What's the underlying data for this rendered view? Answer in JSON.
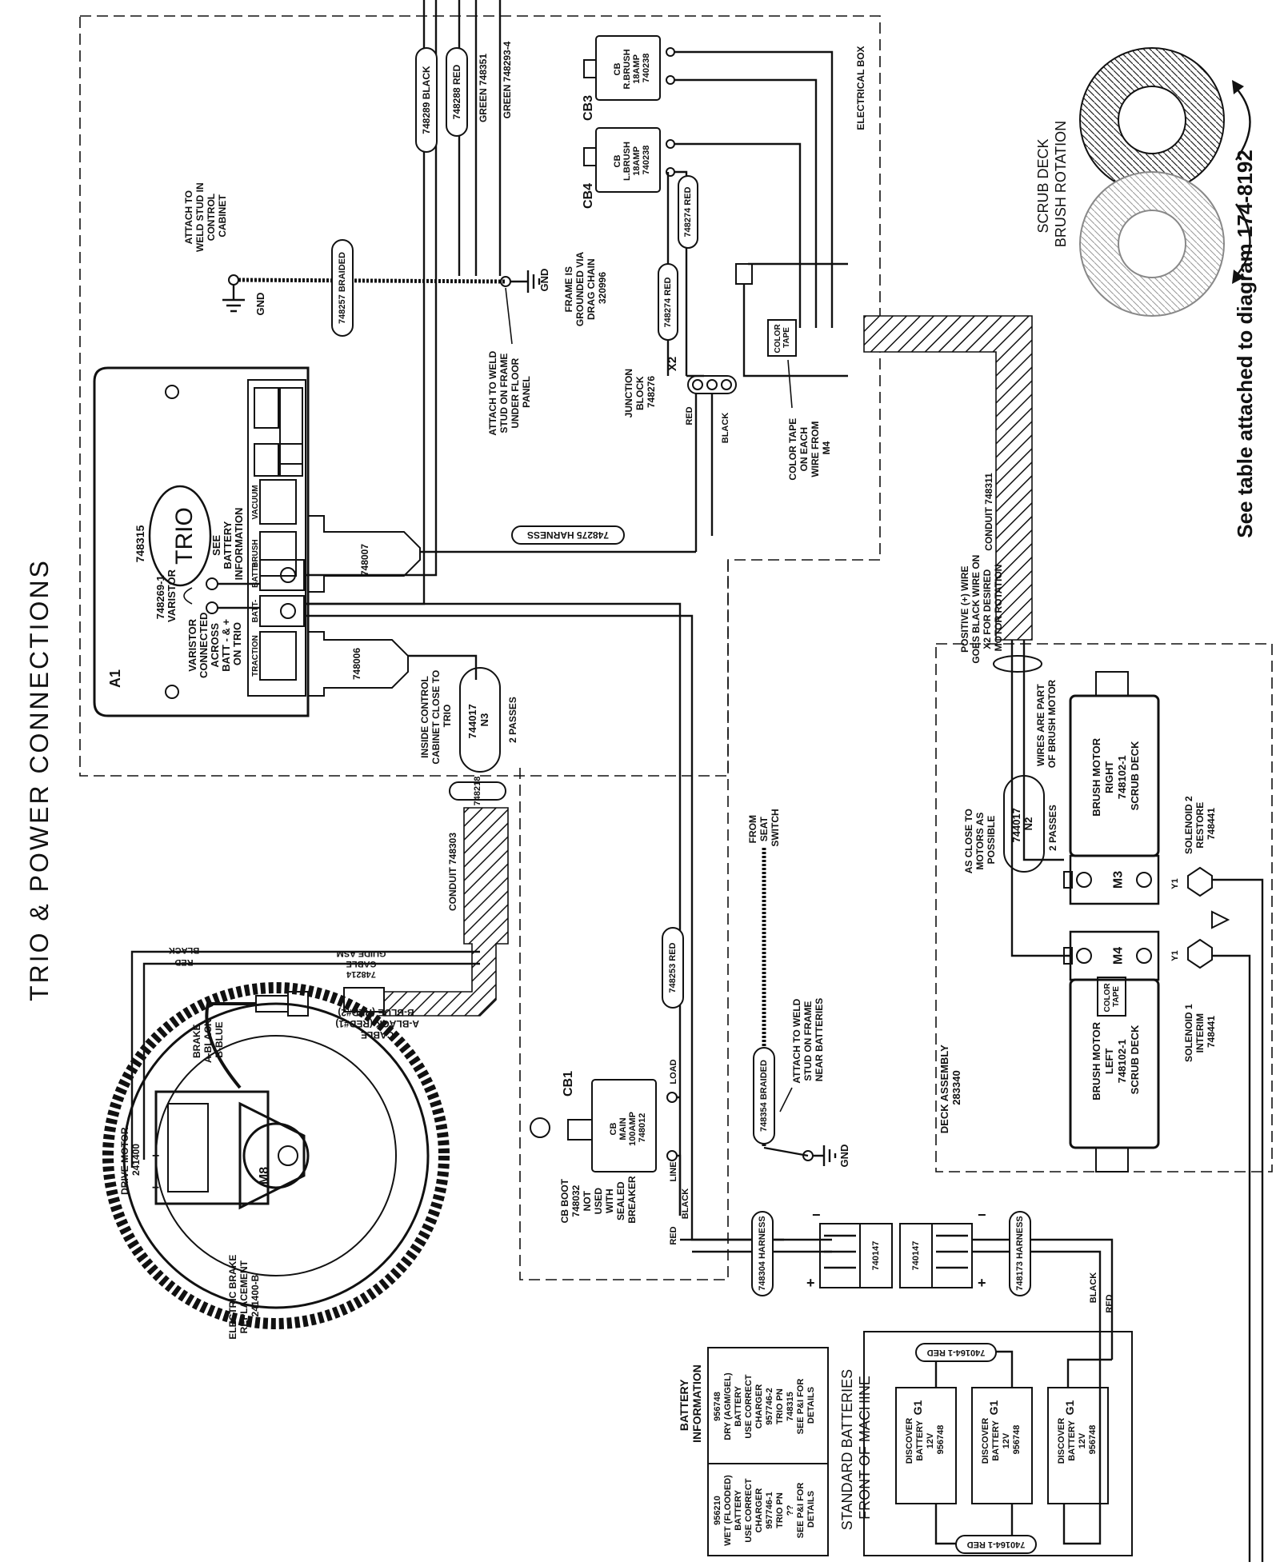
{
  "page": {
    "title": "TRIO & POWER CONNECTIONS",
    "footer_note": "See table attached to diagram 174-8192"
  },
  "labels": {
    "a1": "A1",
    "varistor_pn": "748269-1",
    "varistor": "VARISTOR",
    "varistor_note": [
      "VARISTOR",
      "CONNECTED",
      "ACROSS",
      "BATT - & +",
      "ON TRIO"
    ],
    "trio_pn": "748315",
    "trio_logo": "TRIO",
    "see_battery": [
      "SEE",
      "BATTERY",
      "INFORMATION"
    ],
    "traction": "TRACTION",
    "brush": "BRUSH",
    "vacuum": "VACUUM",
    "batt_plus": "BATT+",
    "batt_minus": "BATT-",
    "conn_brush": "748007",
    "conn_traction": "748006",
    "harness_748275": "748275 HARNESS",
    "wire_black_748289": "748289 BLACK",
    "wire_red_748288": "748288 RED",
    "green_748351": "GREEN 748351",
    "green_748293": "GREEN 748293-4",
    "braided_748257": "748257 BRAIDED",
    "attach_weld_cabinet": [
      "ATTACH TO",
      "WELD STUD IN",
      "CONTROL",
      "CABINET"
    ],
    "gnd": "GND",
    "frame_grounded": [
      "FRAME IS",
      "GROUNDED VIA",
      "DRAG CHAIN",
      "320996"
    ],
    "attach_weld_floor": [
      "ATTACH TO WELD",
      "STUD ON FRAME",
      "UNDER FLOOR",
      "PANEL"
    ],
    "electrical_box": "ELECTRICAL BOX",
    "cb3": "CB3",
    "cb4": "CB4",
    "cb3_text": [
      "CB",
      "R.BRUSH",
      "18AMP",
      "740238"
    ],
    "cb4_text": [
      "CB",
      "L.BRUSH",
      "18AMP",
      "740238"
    ],
    "red_748274": "748274 RED",
    "junction_x2": "X2",
    "junction_block": [
      "JUNCTION",
      "BLOCK",
      "748276"
    ],
    "red": "RED",
    "black": "BLACK",
    "color_tape": [
      "COLOR",
      "TAPE"
    ],
    "color_tape_note": [
      "COLOR TAPE",
      "ON EACH",
      "WIRE FROM",
      "M4"
    ],
    "conduit_748311": "CONDUIT 748311",
    "scrub_deck": [
      "SCRUB DECK",
      "BRUSH ROTATION"
    ],
    "positive_note": [
      "POSITIVE (+) WIRE",
      "GOES BLACK WIRE ON",
      "X2 FOR DESIRED",
      "MOTOR ROTATION"
    ],
    "wires_part": [
      "WIRES ARE PART",
      "OF BRUSH MOTOR"
    ],
    "close_motors": [
      "AS CLOSE TO",
      "MOTORS AS",
      "POSSIBLE"
    ],
    "n2": [
      "744017",
      "N2"
    ],
    "two_passes": "2 PASSES",
    "m3": "M3",
    "m4": "M4",
    "brush_motor_right": [
      "BRUSH MOTOR",
      "RIGHT",
      "748102-1",
      "SCRUB DECK"
    ],
    "brush_motor_left": [
      "BRUSH MOTOR",
      "LEFT",
      "748102-1",
      "SCRUB DECK"
    ],
    "solenoid2": [
      "SOLENOID 2",
      "RESTORE",
      "748441"
    ],
    "solenoid1": [
      "SOLENOID 1",
      "INTERIM",
      "748441"
    ],
    "y1": "Y1",
    "deck_assembly": [
      "DECK ASSEMBLY",
      "283340"
    ],
    "inside_control": [
      "INSIDE CONTROL",
      "CABINET CLOSE TO",
      "TRIO"
    ],
    "n3": [
      "744017",
      "N3"
    ],
    "part_748218": "748218",
    "conduit_748303": "CONDUIT 748303",
    "from_seat": [
      "FROM",
      "SEAT",
      "SWITCH"
    ],
    "red_748253": "748253 RED",
    "braided_748354": "748354 BRAIDED",
    "attach_weld_batteries": [
      "ATTACH TO WELD",
      "STUD ON FRAME",
      "NEAR BATTERIES"
    ],
    "cb1": "CB1",
    "cb1_text": [
      "CB",
      "MAIN",
      "100AMP",
      "748012"
    ],
    "load": "LOAD",
    "line": "LINE",
    "cb_boot": [
      "CB BOOT",
      "748032",
      "NOT",
      "USED",
      "WITH",
      "SEALED",
      "BREAKER"
    ],
    "harness_748304": "748304 HARNESS",
    "harness_748173": "748173 HARNESS",
    "conn_740147": "740147",
    "drive_motor": [
      "DRIVE MOTOR",
      "241400"
    ],
    "m8": "M8",
    "electric_brake": [
      "ELECTRIC BRAKE",
      "REPLACEMENT",
      "241400-B"
    ],
    "brake_note": [
      "BRAKE",
      "A-BLACK",
      "B-BLUE"
    ],
    "cable_note": [
      "CABLE",
      "A-BLACK (RED#1)",
      "B-BLUE (RED#2)"
    ],
    "cable_guide": [
      "748214",
      "CABLE",
      "GUIDE ASM."
    ],
    "battery_info_title": [
      "BATTERY",
      "INFORMATION"
    ],
    "battery_wet": [
      "956210",
      "WET (FLOODED)",
      "BATTERY",
      "USE CORRECT",
      "CHARGER",
      "957746-1",
      "TRIO PN",
      "??",
      "SEE P&I FOR",
      "DETAILS"
    ],
    "battery_dry": [
      "956748",
      "DRY (AGM/GEL)",
      "BATTERY",
      "USE CORRECT",
      "CHARGER",
      "957746-2",
      "TRIO PN",
      "748315",
      "SEE P&I FOR",
      "DETAILS"
    ],
    "standard_batteries": [
      "STANDARD BATTERIES",
      "FRONT OF MACHINE"
    ],
    "g1": "G1",
    "battery_box": [
      "DISCOVER",
      "BATTERY",
      "12V",
      "956748"
    ],
    "red_740164": "740164-1 RED"
  }
}
